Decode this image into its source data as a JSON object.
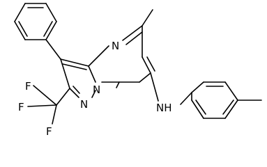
{
  "molecule": {
    "atoms": {
      "n_pyrimidine": "N",
      "n_bridge": "N",
      "n_pyrazole": "N",
      "amine": "NH",
      "f1": "F",
      "f2": "F",
      "f3": "F"
    }
  }
}
